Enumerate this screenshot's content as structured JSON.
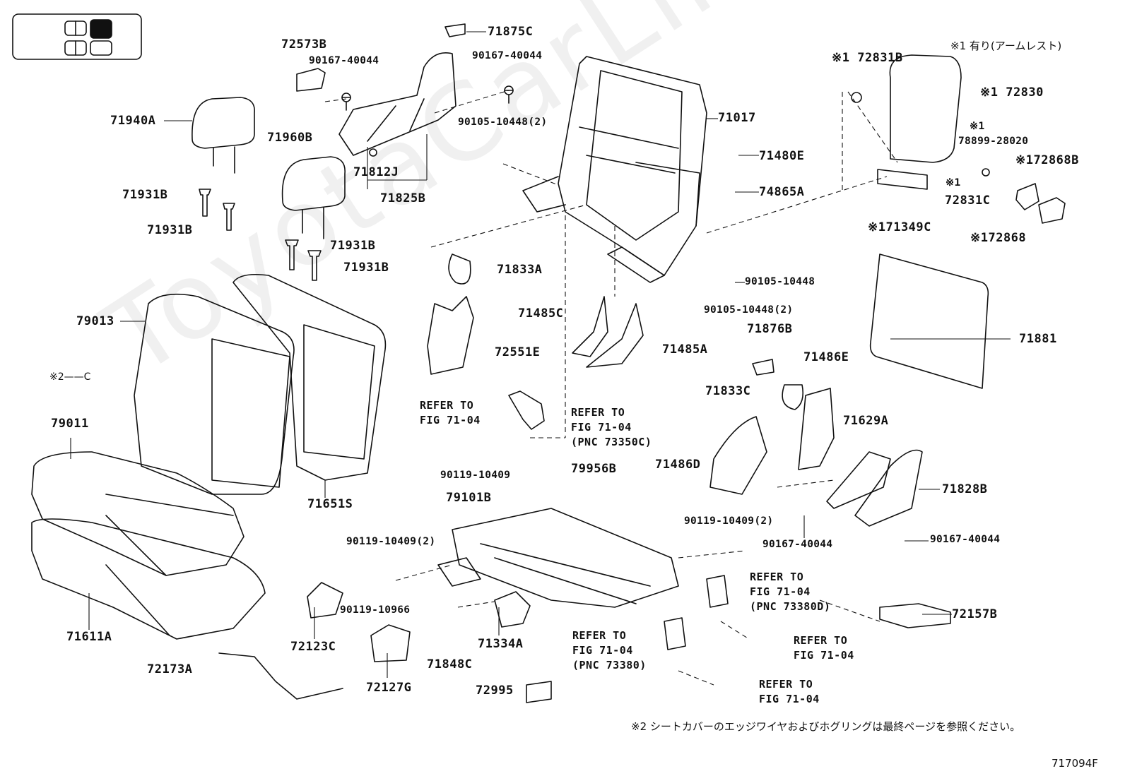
{
  "diagram_id": "717094F",
  "watermark": "ToyotaCarLine.ru",
  "notes": {
    "note1": "※1 有り(アームレスト)",
    "note2": "※2  シートカバーのエッジワイヤおよびホグリングは最終ページを参照ください。",
    "note2_marker": "※2——C"
  },
  "parts": [
    {
      "id": "p71875c",
      "label": "71875C"
    },
    {
      "id": "p72573b",
      "label": "72573B"
    },
    {
      "id": "p90167a",
      "label": "90167-40044"
    },
    {
      "id": "p90167b",
      "label": "90167-40044"
    },
    {
      "id": "p71940a",
      "label": "71940A"
    },
    {
      "id": "p71960b",
      "label": "71960B"
    },
    {
      "id": "p90105a",
      "label": "90105-10448(2)"
    },
    {
      "id": "p71017",
      "label": "71017"
    },
    {
      "id": "p71812j",
      "label": "71812J"
    },
    {
      "id": "p71825b",
      "label": "71825B"
    },
    {
      "id": "p71931b1",
      "label": "71931B"
    },
    {
      "id": "p71931b2",
      "label": "71931B"
    },
    {
      "id": "p71931b3",
      "label": "71931B"
    },
    {
      "id": "p71931b4",
      "label": "71931B"
    },
    {
      "id": "p71480e",
      "label": "71480E"
    },
    {
      "id": "p74865a",
      "label": "74865A"
    },
    {
      "id": "p72831b",
      "label": "※1 72831B"
    },
    {
      "id": "p72830",
      "label": "※1 72830"
    },
    {
      "id": "p78899",
      "label": "※1"
    },
    {
      "id": "p78899n",
      "label": "78899-28020"
    },
    {
      "id": "p72868b",
      "label": "※172868B"
    },
    {
      "id": "p72831c1",
      "label": "※1"
    },
    {
      "id": "p72831c",
      "label": "72831C"
    },
    {
      "id": "p71349c",
      "label": "※171349C"
    },
    {
      "id": "p72868",
      "label": "※172868"
    },
    {
      "id": "p71833a",
      "label": "71833A"
    },
    {
      "id": "p90105b",
      "label": "90105-10448"
    },
    {
      "id": "p90105c",
      "label": "90105-10448(2)"
    },
    {
      "id": "p79013",
      "label": "79013"
    },
    {
      "id": "p71485c",
      "label": "71485C"
    },
    {
      "id": "p72551e",
      "label": "72551E"
    },
    {
      "id": "p71485a",
      "label": "71485A"
    },
    {
      "id": "p71876b",
      "label": "71876B"
    },
    {
      "id": "p71881",
      "label": "71881"
    },
    {
      "id": "p71486e",
      "label": "71486E"
    },
    {
      "id": "p71833c",
      "label": "71833C"
    },
    {
      "id": "p79011",
      "label": "79011"
    },
    {
      "id": "p71629a",
      "label": "71629A"
    },
    {
      "id": "p71486d",
      "label": "71486D"
    },
    {
      "id": "p90119a",
      "label": "90119-10409"
    },
    {
      "id": "p79956b",
      "label": "79956B"
    },
    {
      "id": "p71651s",
      "label": "71651S"
    },
    {
      "id": "p71828b",
      "label": "71828B"
    },
    {
      "id": "p79101b",
      "label": "79101B"
    },
    {
      "id": "p90119b",
      "label": "90119-10409(2)"
    },
    {
      "id": "p90167c",
      "label": "90167-40044"
    },
    {
      "id": "p90167d",
      "label": "90167-40044"
    },
    {
      "id": "p90119c",
      "label": "90119-10409(2)"
    },
    {
      "id": "p90119d",
      "label": "90119-10966"
    },
    {
      "id": "p71611a",
      "label": "71611A"
    },
    {
      "id": "p72123c",
      "label": "72123C"
    },
    {
      "id": "p71334a",
      "label": "71334A"
    },
    {
      "id": "p72157b",
      "label": "72157B"
    },
    {
      "id": "p72173a",
      "label": "72173A"
    },
    {
      "id": "p72127g",
      "label": "72127G"
    },
    {
      "id": "p71848c",
      "label": "71848C"
    },
    {
      "id": "p72995",
      "label": "72995"
    }
  ],
  "references": [
    {
      "id": "r1",
      "text": "REFER TO\nFIG 71-04"
    },
    {
      "id": "r2",
      "text": "REFER TO\nFIG 71-04\n(PNC 73350C)"
    },
    {
      "id": "r3",
      "text": "REFER TO\nFIG 71-04\n(PNC 73380D)"
    },
    {
      "id": "r4",
      "text": "REFER TO\nFIG 71-04\n(PNC 73380)"
    },
    {
      "id": "r5",
      "text": "REFER TO\nFIG 71-04"
    },
    {
      "id": "r6",
      "text": "REFER TO\nFIG 71-04"
    }
  ]
}
